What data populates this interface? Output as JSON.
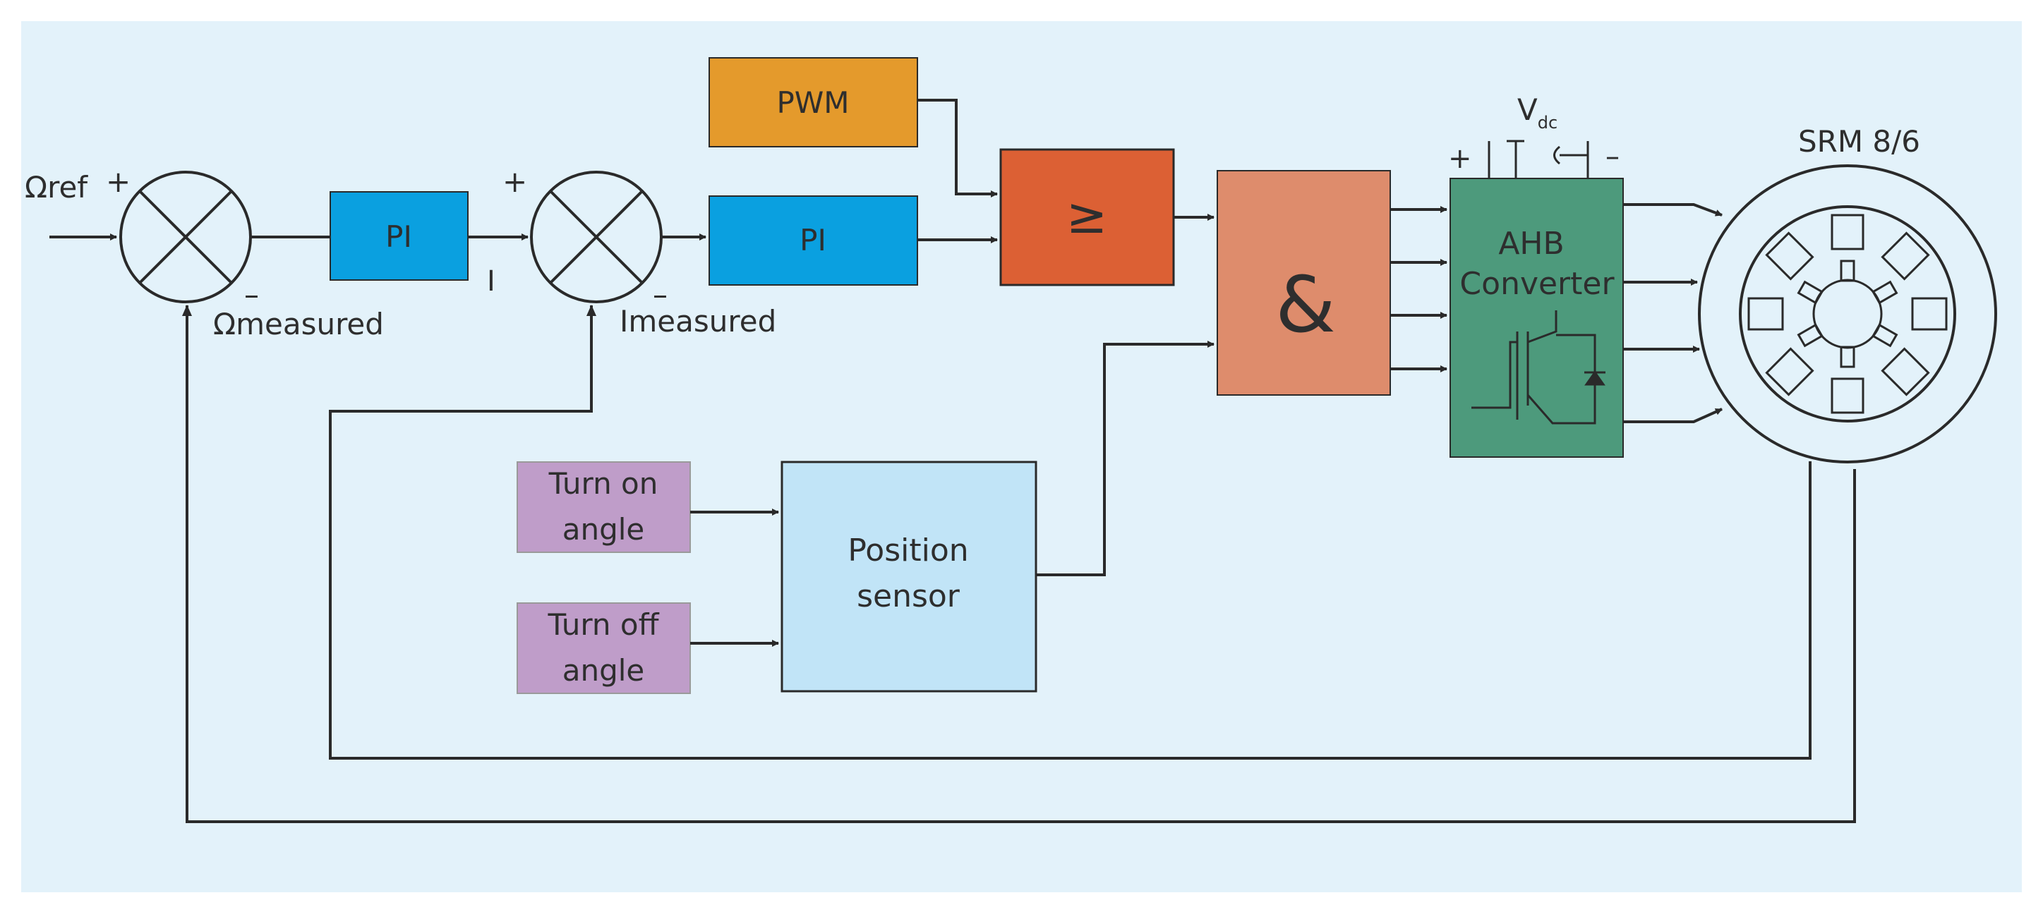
{
  "diagram": {
    "labels": {
      "omega_ref": "Ωref",
      "omega_ref_sign": "+",
      "sum1_minus": "–",
      "omega_measured": "Ωmeasured",
      "pi_speed": "PI",
      "i_label": "I",
      "sum2_plus": "+",
      "sum2_minus": "–",
      "i_measured": "Imeasured",
      "pi_current": "PI",
      "pwm": "PWM",
      "comparator": "≥",
      "and_gate": "&",
      "vdc_v": "V",
      "vdc_sub": "dc",
      "vdc_plus": "+",
      "vdc_minus": "–",
      "converter_line1": "AHB",
      "converter_line2": "Converter",
      "motor": "SRM 8/6",
      "turn_on_line1": "Turn on",
      "turn_on_line2": "angle",
      "turn_off_line1": "Turn off",
      "turn_off_line2": "angle",
      "position_line1": "Position",
      "position_line2": "sensor"
    },
    "colors": {
      "background": "#e3f2fa",
      "pi_block": "#0aa0e0",
      "pwm_block": "#e49a2c",
      "comparator_block": "#dc6034",
      "and_block": "#de8c6c",
      "converter_block": "#4d9a7c",
      "angle_block": "#bf9dc9",
      "position_block": "#c1e4f7"
    }
  }
}
